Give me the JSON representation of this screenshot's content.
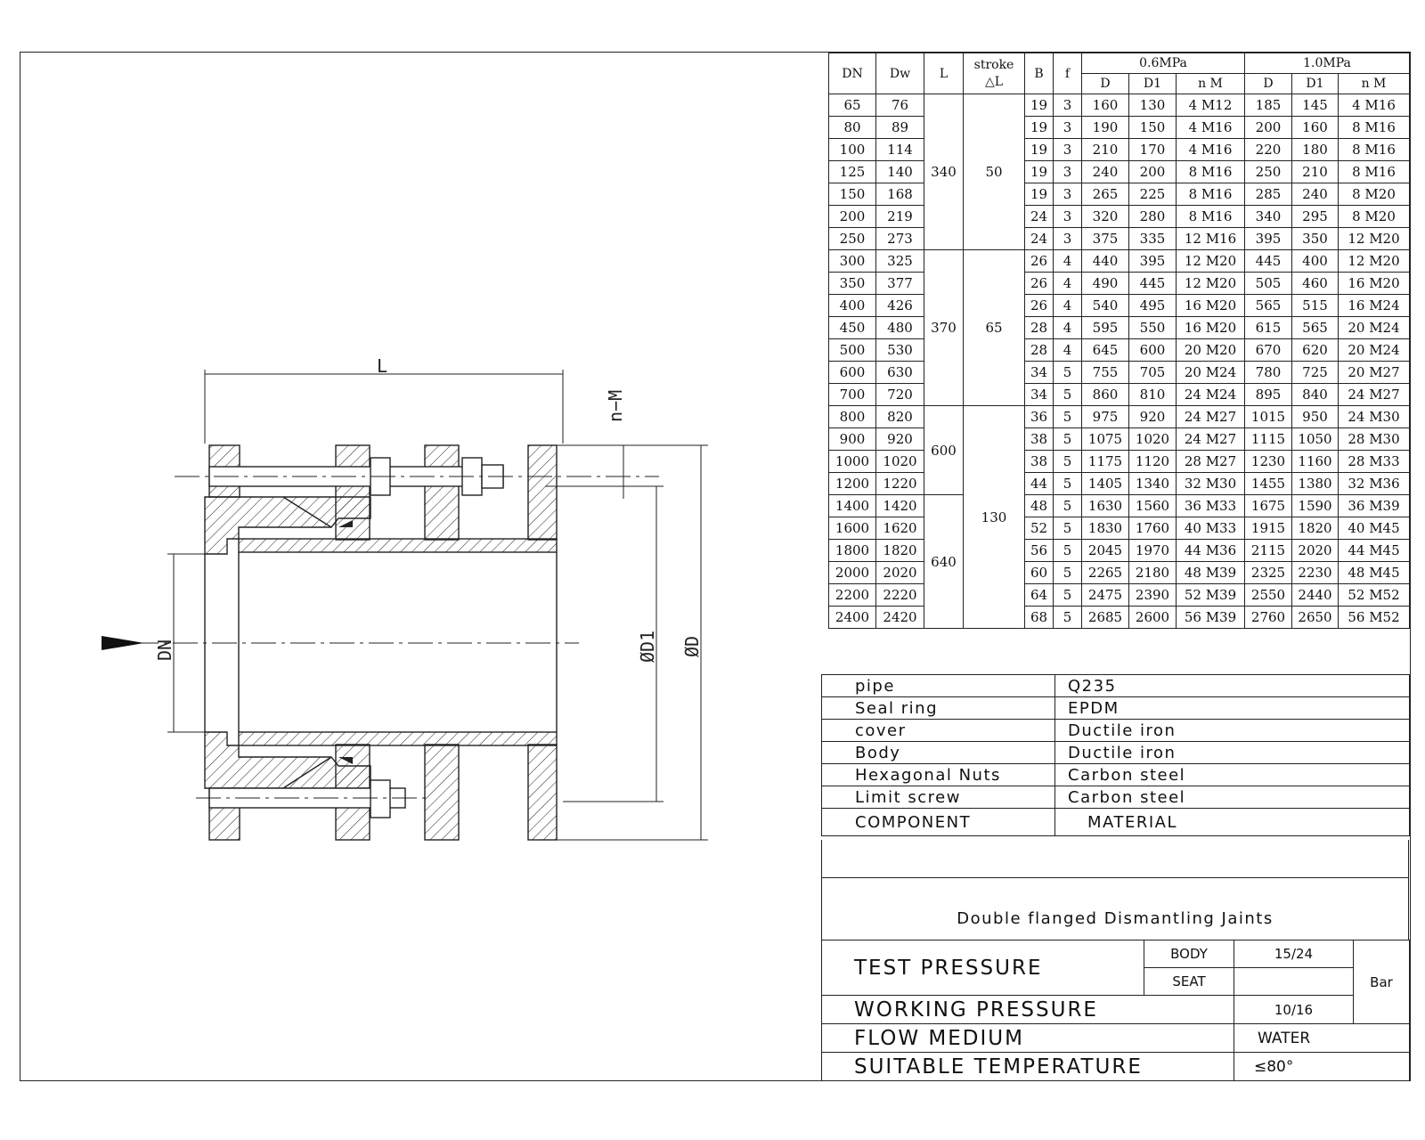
{
  "drawing": {
    "labels": {
      "L": "L",
      "nM": "n−M",
      "DN": "DN",
      "D1": "ØD1",
      "D": "ØD"
    }
  },
  "dimension_table": {
    "headers": {
      "dn": "DN",
      "dw": "Dw",
      "l": "L",
      "stroke_top": "stroke",
      "stroke_bottom": "△L",
      "b": "B",
      "f": "f",
      "p06": "0.6MPa",
      "p10": "1.0MPa",
      "d": "D",
      "d1": "D1",
      "nm": "n  M"
    },
    "rows": [
      {
        "dn": "65",
        "dw": "76",
        "b": "19",
        "f": "3",
        "d_06": "160",
        "d1_06": "130",
        "nm_06": "4  M12",
        "d_10": "185",
        "d1_10": "145",
        "nm_10": "4  M16"
      },
      {
        "dn": "80",
        "dw": "89",
        "b": "19",
        "f": "3",
        "d_06": "190",
        "d1_06": "150",
        "nm_06": "4  M16",
        "d_10": "200",
        "d1_10": "160",
        "nm_10": "8  M16"
      },
      {
        "dn": "100",
        "dw": "114",
        "b": "19",
        "f": "3",
        "d_06": "210",
        "d1_06": "170",
        "nm_06": "4  M16",
        "d_10": "220",
        "d1_10": "180",
        "nm_10": "8  M16"
      },
      {
        "dn": "125",
        "dw": "140",
        "b": "19",
        "f": "3",
        "d_06": "240",
        "d1_06": "200",
        "nm_06": "8  M16",
        "d_10": "250",
        "d1_10": "210",
        "nm_10": "8  M16"
      },
      {
        "dn": "150",
        "dw": "168",
        "b": "19",
        "f": "3",
        "d_06": "265",
        "d1_06": "225",
        "nm_06": "8  M16",
        "d_10": "285",
        "d1_10": "240",
        "nm_10": "8  M20"
      },
      {
        "dn": "200",
        "dw": "219",
        "b": "24",
        "f": "3",
        "d_06": "320",
        "d1_06": "280",
        "nm_06": "8  M16",
        "d_10": "340",
        "d1_10": "295",
        "nm_10": "8  M20"
      },
      {
        "dn": "250",
        "dw": "273",
        "b": "24",
        "f": "3",
        "d_06": "375",
        "d1_06": "335",
        "nm_06": "12  M16",
        "d_10": "395",
        "d1_10": "350",
        "nm_10": "12  M20"
      },
      {
        "dn": "300",
        "dw": "325",
        "b": "26",
        "f": "4",
        "d_06": "440",
        "d1_06": "395",
        "nm_06": "12  M20",
        "d_10": "445",
        "d1_10": "400",
        "nm_10": "12  M20"
      },
      {
        "dn": "350",
        "dw": "377",
        "b": "26",
        "f": "4",
        "d_06": "490",
        "d1_06": "445",
        "nm_06": "12  M20",
        "d_10": "505",
        "d1_10": "460",
        "nm_10": "16  M20"
      },
      {
        "dn": "400",
        "dw": "426",
        "b": "26",
        "f": "4",
        "d_06": "540",
        "d1_06": "495",
        "nm_06": "16  M20",
        "d_10": "565",
        "d1_10": "515",
        "nm_10": "16  M24"
      },
      {
        "dn": "450",
        "dw": "480",
        "b": "28",
        "f": "4",
        "d_06": "595",
        "d1_06": "550",
        "nm_06": "16  M20",
        "d_10": "615",
        "d1_10": "565",
        "nm_10": "20  M24"
      },
      {
        "dn": "500",
        "dw": "530",
        "b": "28",
        "f": "4",
        "d_06": "645",
        "d1_06": "600",
        "nm_06": "20  M20",
        "d_10": "670",
        "d1_10": "620",
        "nm_10": "20  M24"
      },
      {
        "dn": "600",
        "dw": "630",
        "b": "34",
        "f": "5",
        "d_06": "755",
        "d1_06": "705",
        "nm_06": "20  M24",
        "d_10": "780",
        "d1_10": "725",
        "nm_10": "20  M27"
      },
      {
        "dn": "700",
        "dw": "720",
        "b": "34",
        "f": "5",
        "d_06": "860",
        "d1_06": "810",
        "nm_06": "24  M24",
        "d_10": "895",
        "d1_10": "840",
        "nm_10": "24  M27"
      },
      {
        "dn": "800",
        "dw": "820",
        "b": "36",
        "f": "5",
        "d_06": "975",
        "d1_06": "920",
        "nm_06": "24  M27",
        "d_10": "1015",
        "d1_10": "950",
        "nm_10": "24  M30"
      },
      {
        "dn": "900",
        "dw": "920",
        "b": "38",
        "f": "5",
        "d_06": "1075",
        "d1_06": "1020",
        "nm_06": "24  M27",
        "d_10": "1115",
        "d1_10": "1050",
        "nm_10": "28  M30"
      },
      {
        "dn": "1000",
        "dw": "1020",
        "b": "38",
        "f": "5",
        "d_06": "1175",
        "d1_06": "1120",
        "nm_06": "28  M27",
        "d_10": "1230",
        "d1_10": "1160",
        "nm_10": "28  M33"
      },
      {
        "dn": "1200",
        "dw": "1220",
        "b": "44",
        "f": "5",
        "d_06": "1405",
        "d1_06": "1340",
        "nm_06": "32  M30",
        "d_10": "1455",
        "d1_10": "1380",
        "nm_10": "32  M36"
      },
      {
        "dn": "1400",
        "dw": "1420",
        "b": "48",
        "f": "5",
        "d_06": "1630",
        "d1_06": "1560",
        "nm_06": "36  M33",
        "d_10": "1675",
        "d1_10": "1590",
        "nm_10": "36  M39"
      },
      {
        "dn": "1600",
        "dw": "1620",
        "b": "52",
        "f": "5",
        "d_06": "1830",
        "d1_06": "1760",
        "nm_06": "40  M33",
        "d_10": "1915",
        "d1_10": "1820",
        "nm_10": "40  M45"
      },
      {
        "dn": "1800",
        "dw": "1820",
        "b": "56",
        "f": "5",
        "d_06": "2045",
        "d1_06": "1970",
        "nm_06": "44  M36",
        "d_10": "2115",
        "d1_10": "2020",
        "nm_10": "44  M45"
      },
      {
        "dn": "2000",
        "dw": "2020",
        "b": "60",
        "f": "5",
        "d_06": "2265",
        "d1_06": "2180",
        "nm_06": "48  M39",
        "d_10": "2325",
        "d1_10": "2230",
        "nm_10": "48  M45"
      },
      {
        "dn": "2200",
        "dw": "2220",
        "b": "64",
        "f": "5",
        "d_06": "2475",
        "d1_06": "2390",
        "nm_06": "52  M39",
        "d_10": "2550",
        "d1_10": "2440",
        "nm_10": "52  M52"
      },
      {
        "dn": "2400",
        "dw": "2420",
        "b": "68",
        "f": "5",
        "d_06": "2685",
        "d1_06": "2600",
        "nm_06": "56  M39",
        "d_10": "2760",
        "d1_10": "2650",
        "nm_10": "56  M52"
      }
    ],
    "length_groups": [
      "340",
      "370",
      "600",
      "640"
    ],
    "stroke_groups": [
      "50",
      "65",
      "130"
    ]
  },
  "materials": {
    "rows": [
      {
        "component": "pipe",
        "material": "Q235"
      },
      {
        "component": "Seal ring",
        "material": "EPDM"
      },
      {
        "component": "cover",
        "material": "Ductile iron"
      },
      {
        "component": "Body",
        "material": "Ductile iron"
      },
      {
        "component": "Hexagonal Nuts",
        "material": "Carbon steel"
      },
      {
        "component": "Limit screw",
        "material": "Carbon steel"
      }
    ],
    "header": {
      "component": "COMPONENT",
      "material": "MATERIAL"
    }
  },
  "title": "Double flanged Dismantling Jaints",
  "specs": {
    "test_pressure": "TEST PRESSURE",
    "body": "BODY",
    "body_value": "15/24",
    "seat": "SEAT",
    "seat_value": "",
    "unit": "Bar",
    "working_pressure": "WORKING PRESSURE",
    "working_value": "10/16",
    "flow_medium": "FLOW MEDIUM",
    "flow_value": "WATER",
    "temperature": "SUITABLE TEMPERATURE",
    "temperature_value": "≤80°"
  }
}
